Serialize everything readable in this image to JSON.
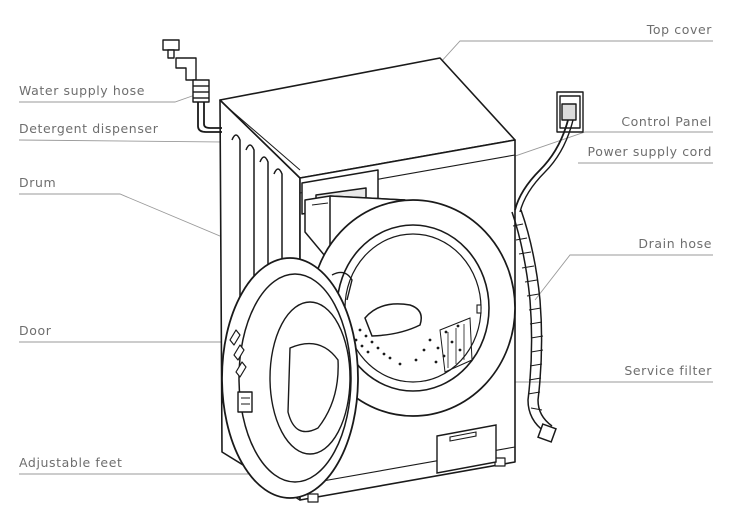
{
  "labels": {
    "top_cover": "Top cover",
    "water_supply_hose": "Water supply hose",
    "detergent_dispenser": "Detergent dispenser",
    "control_panel": "Control Panel",
    "power_supply_cord": "Power supply cord",
    "drum": "Drum",
    "drain_hose": "Drain hose",
    "door": "Door",
    "service_filter": "Service filter",
    "adjustable_feet": "Adjustable feet"
  },
  "colors": {
    "text": "#6e6e6e",
    "leader_line": "#9a9a9a",
    "outline": "#1a1a1a",
    "background": "#ffffff"
  }
}
